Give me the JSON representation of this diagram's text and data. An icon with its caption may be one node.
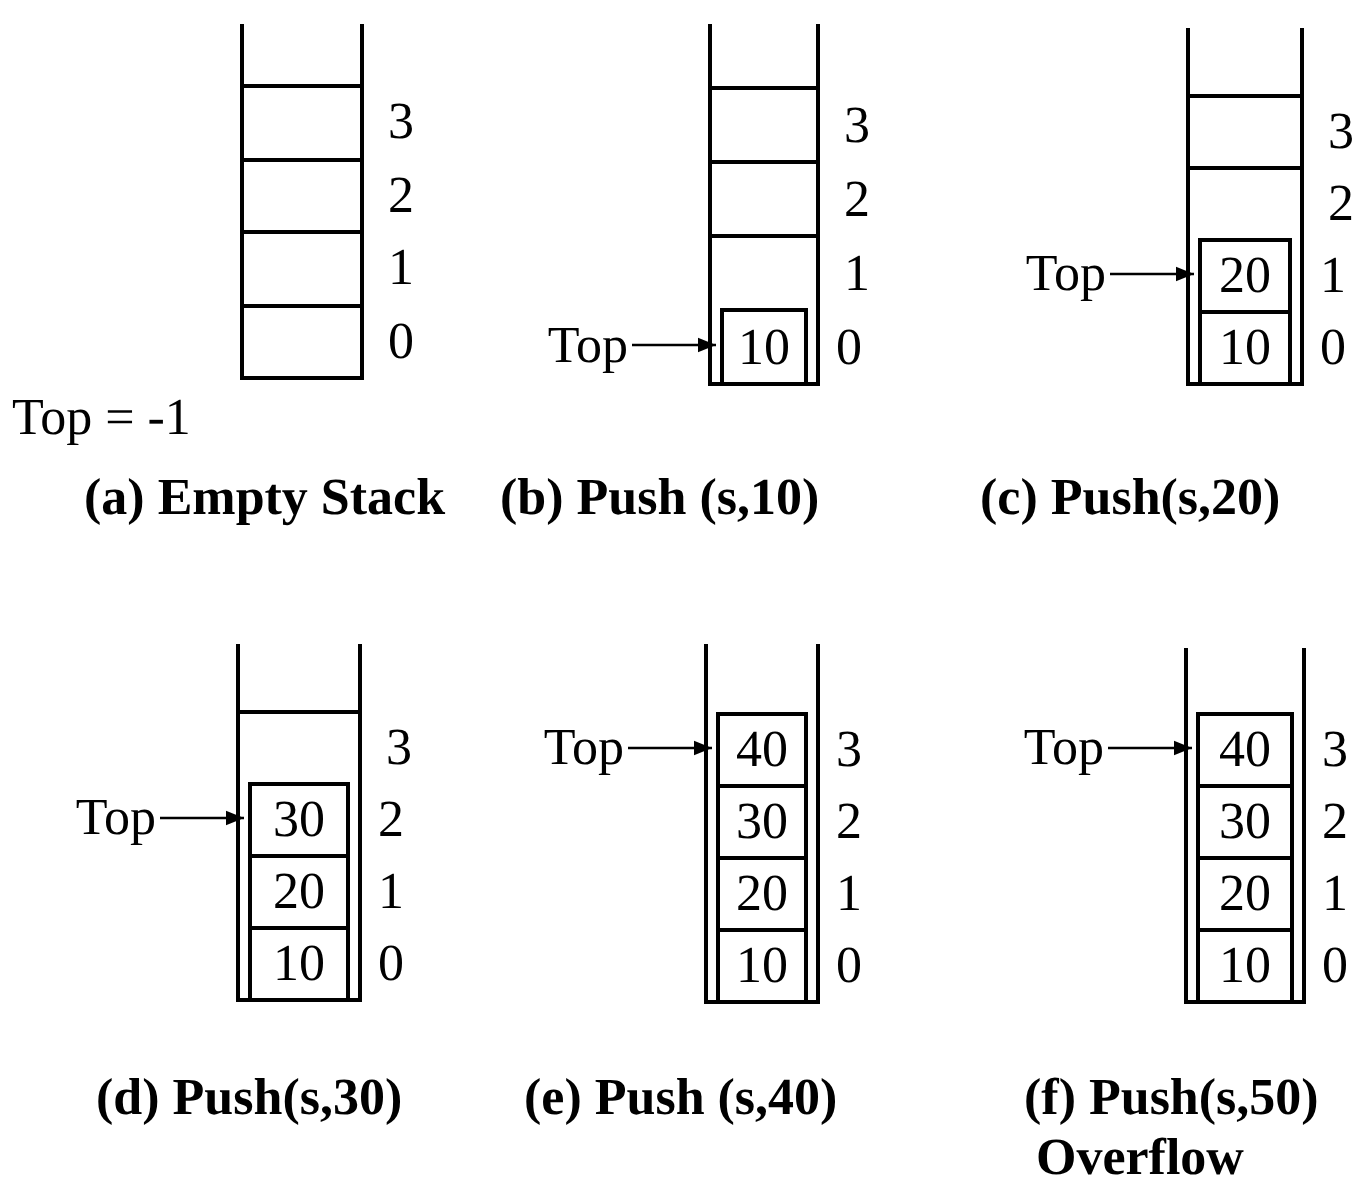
{
  "diagram": {
    "nodes": [
      {
        "text": [],
        "shape": "box"
      },
      {
        "text": [],
        "shape": "box",
        "in": 0,
        "beside": [
          "3"
        ]
      },
      {
        "text": [],
        "shape": "box",
        "in": 0,
        "beside": [
          "2"
        ]
      },
      {
        "text": [],
        "shape": "box",
        "in": 0,
        "beside": [
          "1"
        ]
      },
      {
        "text": [],
        "shape": "box",
        "in": 0,
        "beside": [
          "0"
        ]
      },
      {
        "text": [],
        "shape": "box"
      },
      {
        "text": [],
        "shape": "box",
        "in": 5,
        "beside": [
          "3"
        ]
      },
      {
        "text": [],
        "shape": "box",
        "in": 5,
        "beside": [
          "2"
        ]
      },
      {
        "text": [],
        "shape": "box",
        "in": 5,
        "beside": [
          "1"
        ]
      },
      {
        "text": [
          "10"
        ],
        "in": 5,
        "beside": [
          "0"
        ]
      },
      {
        "text": [
          "Top"
        ]
      },
      {
        "text": [],
        "shape": "box"
      },
      {
        "text": [],
        "shape": "box",
        "in": 11,
        "beside": [
          "3"
        ]
      },
      {
        "text": [],
        "shape": "box",
        "in": 11,
        "beside": [
          "2"
        ]
      },
      {
        "text": [
          "20"
        ],
        "in": 11,
        "beside": [
          "1"
        ]
      },
      {
        "text": [
          "10"
        ],
        "in": 11,
        "beside": [
          "0"
        ]
      },
      {
        "text": [
          "Top"
        ]
      },
      {
        "text": [],
        "shape": "box"
      },
      {
        "text": [],
        "shape": "box",
        "in": 17,
        "beside": [
          "3"
        ]
      },
      {
        "text": [
          "30"
        ],
        "in": 17,
        "beside": [
          "2"
        ]
      },
      {
        "text": [
          "20"
        ],
        "in": 17,
        "beside": [
          "1"
        ]
      },
      {
        "text": [
          "10"
        ],
        "in": 17,
        "beside": [
          "0"
        ]
      },
      {
        "text": [
          "Top"
        ]
      },
      {
        "text": [],
        "shape": "box"
      },
      {
        "text": [
          "40"
        ],
        "in": 23,
        "beside": [
          "3"
        ]
      },
      {
        "text": [
          "30"
        ],
        "in": 23,
        "beside": [
          "2"
        ]
      },
      {
        "text": [
          "20"
        ],
        "in": 23,
        "beside": [
          "1"
        ]
      },
      {
        "text": [
          "10"
        ],
        "in": 23,
        "beside": [
          "0"
        ]
      },
      {
        "text": [
          "Top"
        ]
      },
      {
        "text": [],
        "shape": "box"
      },
      {
        "text": [
          "40"
        ],
        "in": 29,
        "beside": [
          "3"
        ]
      },
      {
        "text": [
          "30"
        ],
        "in": 29,
        "beside": [
          "2"
        ]
      },
      {
        "text": [
          "20"
        ],
        "in": 29,
        "beside": [
          "1"
        ]
      },
      {
        "text": [
          "10"
        ],
        "in": 29,
        "beside": [
          "0"
        ]
      },
      {
        "text": [
          "Top"
        ]
      }
    ],
    "edges": [
      {
        "from": 10,
        "to": 9,
        "arrow": "to"
      },
      {
        "from": 16,
        "to": 14,
        "arrow": "to"
      },
      {
        "from": 22,
        "to": 19,
        "arrow": "to"
      },
      {
        "from": 28,
        "to": 24,
        "arrow": "to"
      },
      {
        "from": 34,
        "to": 30,
        "arrow": "to"
      }
    ],
    "labels": [
      "Top = -1",
      "(a) Empty Stack",
      "(b) Push (s,10)",
      "(c) Push(s,20)",
      "(d) Push(s,30)",
      "(e) Push (s,40)",
      "(f) Push(s,50)",
      "Overflow"
    ]
  }
}
